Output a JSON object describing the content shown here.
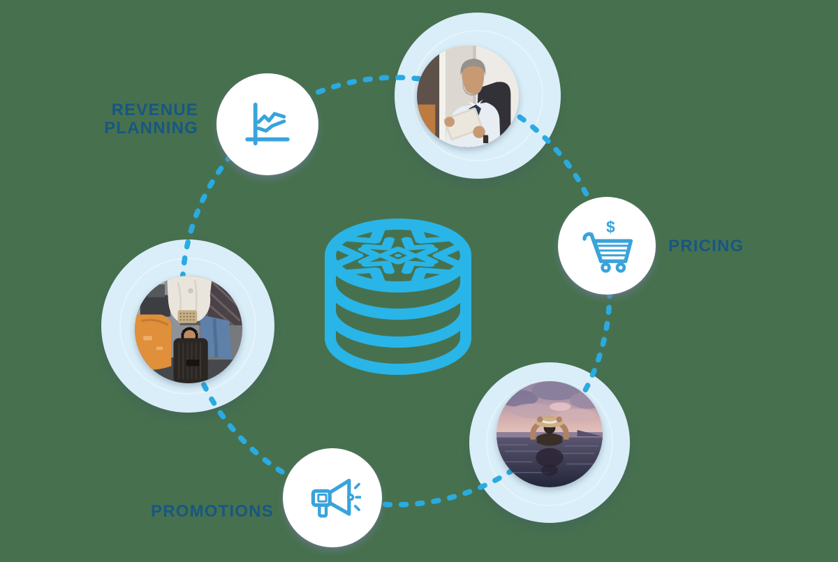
{
  "colors": {
    "background": "#47714E",
    "orbit_dash_blue": "#29ABE2",
    "snowflake_blue": "#29B5E8",
    "icon_blue": "#39A3DC",
    "halo_light_blue": "#D9EEF8",
    "label_navy": "#175781",
    "node_white": "#FFFFFF"
  },
  "labels": {
    "revenue_line1": "REVENUE",
    "revenue_line2": "PLANNING",
    "pricing": "PRICING",
    "promotions": "PROMOTIONS"
  },
  "center": {
    "icon": "snowflake-database-icon"
  },
  "icons": {
    "pricing_currency_symbol": "$"
  },
  "nodes": [
    {
      "id": "revenue-planning",
      "type": "icon-node",
      "icon": "line-chart-icon",
      "label": "REVENUE PLANNING"
    },
    {
      "id": "businessman-photo",
      "type": "photo-node",
      "description": "man in shirt and tie smiling at tablet"
    },
    {
      "id": "pricing",
      "type": "icon-node",
      "icon": "shopping-cart-dollar-icon",
      "label": "PRICING"
    },
    {
      "id": "vacation-pool-photo",
      "type": "photo-node",
      "description": "woman with sun hat in infinity pool at sunset"
    },
    {
      "id": "promotions",
      "type": "icon-node",
      "icon": "megaphone-icon",
      "label": "PROMOTIONS"
    },
    {
      "id": "traveler-luggage-photo",
      "type": "photo-node",
      "description": "traveler holding suitcase beside taxi"
    }
  ]
}
